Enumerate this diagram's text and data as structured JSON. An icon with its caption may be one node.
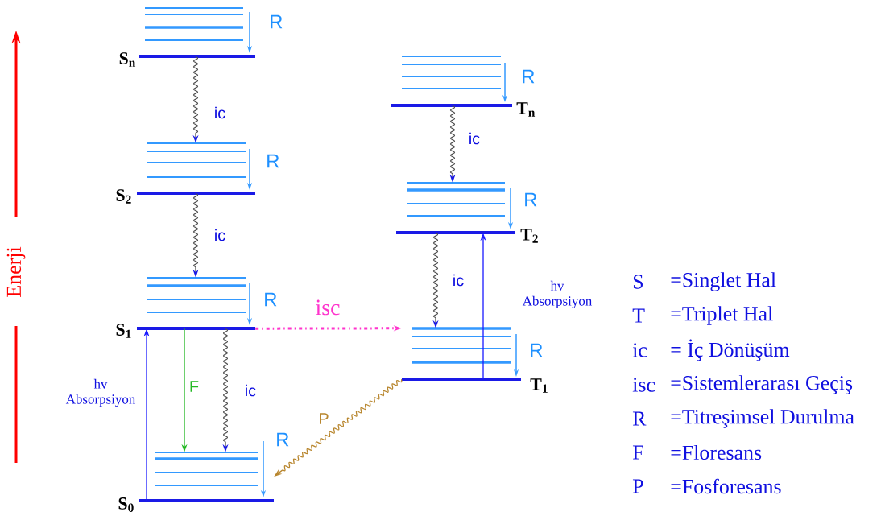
{
  "diagram": {
    "nodes": [
      {
        "text": [
          "R",
          "S$_{n}$"
        ]
      },
      {
        "text": [
          "R",
          "S$_{2}$"
        ]
      },
      {
        "text": [
          "R",
          "S$_{1}$"
        ]
      },
      {
        "text": [
          "R",
          "S$_{0}$"
        ]
      },
      {
        "text": [
          "R",
          "T$_{n}$"
        ]
      },
      {
        "text": [
          "R",
          "T$_{2}$"
        ]
      },
      {
        "text": [
          "R",
          "T$_{1}$"
        ]
      }
    ],
    "edges": [
      {
        "from": 0,
        "to": 1,
        "arrow": "to",
        "label": "ic"
      },
      {
        "from": 1,
        "to": 2,
        "arrow": "to",
        "label": "ic"
      },
      {
        "from": 2,
        "to": 3,
        "arrow": "to",
        "label": "ic"
      },
      {
        "from": 2,
        "to": 3,
        "arrow": "to",
        "label": "F",
        "color": "#22b822"
      },
      {
        "from": 3,
        "to": 2,
        "arrow": "to",
        "label": "hv Absorpsiyon",
        "color": "#1a1aff"
      },
      {
        "from": 4,
        "to": 5,
        "arrow": "to",
        "label": "ic"
      },
      {
        "from": 5,
        "to": 6,
        "arrow": "to",
        "label": "ic"
      },
      {
        "from": 6,
        "to": 5,
        "arrow": "to",
        "label": "hv Absorpsiyon",
        "color": "#1a1aff"
      },
      {
        "from": 2,
        "to": 6,
        "arrow": "to",
        "label": "isc",
        "color": "#ff33cc",
        "style": "dashed"
      },
      {
        "from": 6,
        "to": 3,
        "arrow": "to",
        "label": "P",
        "color": "#b8862e"
      }
    ],
    "labels": [
      "Enerji",
      "S",
      "=Singlet Hal",
      "T",
      "=Triplet Hal",
      "ic",
      "= İç Dönüşüm",
      "isc",
      "=Sistemlerarası Geçiş",
      "R",
      "=Titreşimsel Durulma",
      "F",
      "=Floresans",
      "P",
      "=Fosforesans"
    ]
  }
}
